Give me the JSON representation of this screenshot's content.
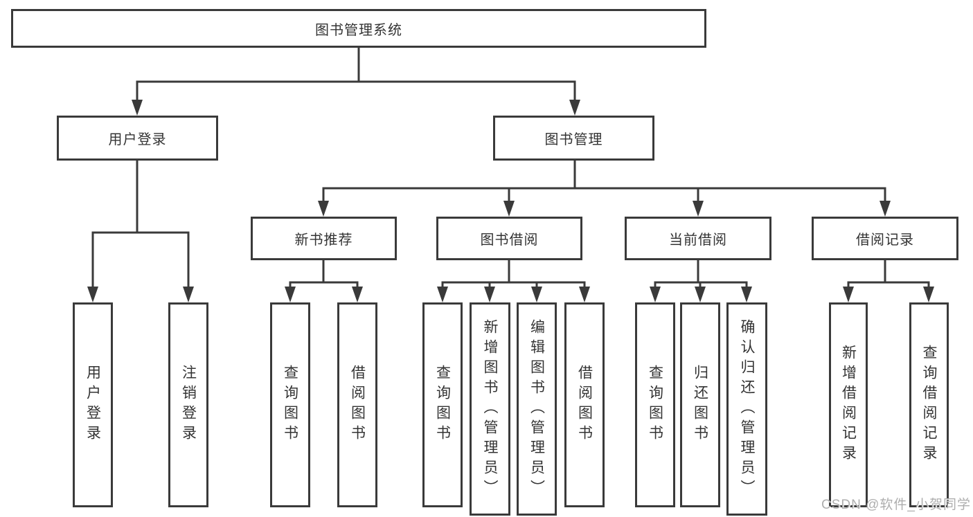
{
  "diagram": {
    "title": "图书管理系统",
    "level2": {
      "user_login": "用户登录",
      "book_mgmt": "图书管理"
    },
    "level3": {
      "new_book_rec": "新书推荐",
      "book_borrow": "图书借阅",
      "current_borrow": "当前借阅",
      "borrow_records": "借阅记录"
    },
    "leaves": {
      "user": [
        "用户登录",
        "注销登录"
      ],
      "newbook": [
        "查询图书",
        "借阅图书"
      ],
      "borrow": [
        "查询图书",
        "新增图书（管理员）",
        "编辑图书（管理员）",
        "借阅图书"
      ],
      "current": [
        "查询图书",
        "归还图书",
        "确认归还（管理员）"
      ],
      "records": [
        "新增借阅记录",
        "查询借阅记录"
      ]
    },
    "watermark": "CSDN @软件_小贺同学"
  }
}
